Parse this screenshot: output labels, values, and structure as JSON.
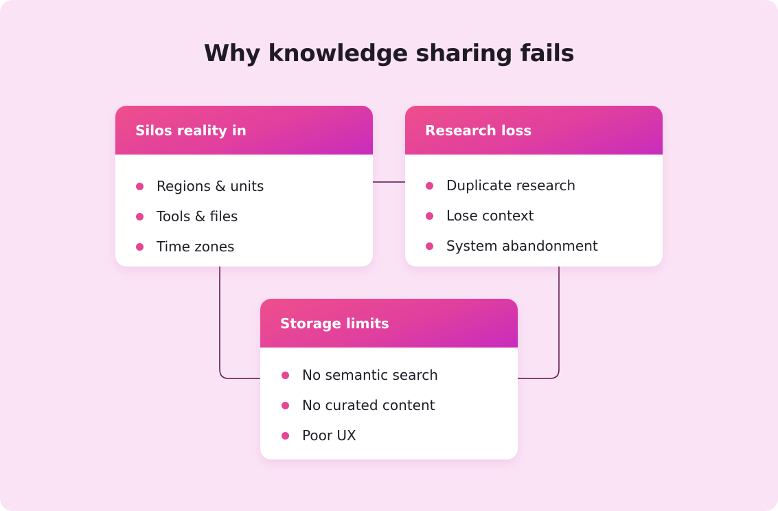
{
  "title": "Why knowledge sharing fails",
  "colors": {
    "background": "#fbe3f6",
    "header_gradient_start": "#ee4f8b",
    "header_gradient_end": "#c82cbc",
    "bullet": "#e54594",
    "connector": "#5a1048"
  },
  "cards": [
    {
      "title": "Silos reality in",
      "items": [
        "Regions & units",
        "Tools & files",
        "Time zones"
      ]
    },
    {
      "title": "Research loss",
      "items": [
        "Duplicate research",
        "Lose context",
        "System abandonment"
      ]
    },
    {
      "title": "Storage limits",
      "items": [
        "No semantic search",
        "No curated content",
        "Poor UX"
      ]
    }
  ]
}
